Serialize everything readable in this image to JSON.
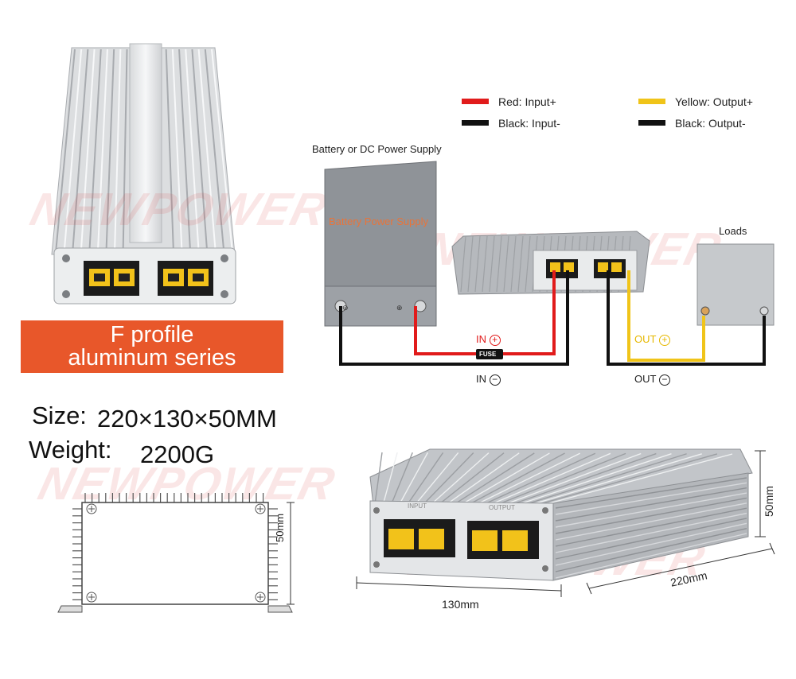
{
  "banner": {
    "line1": "F profile",
    "line2": "aluminum series"
  },
  "specs": {
    "size_label": "Size:",
    "size_value": "220×130×50MM",
    "weight_label": "Weight:",
    "weight_value": "2200G"
  },
  "legend": [
    {
      "color": "#e11b1b",
      "label": "Red: Input+"
    },
    {
      "color": "#111111",
      "label": "Black: Input-"
    },
    {
      "color": "#f0c419",
      "label": "Yellow: Output+"
    },
    {
      "color": "#111111",
      "label": "Black: Output-"
    }
  ],
  "wiring": {
    "source_label": "Battery or DC Power Supply",
    "battery_text": "Battery Power Supply",
    "loads_label": "Loads",
    "fuse_label": "FUSE",
    "in_plus": "IN",
    "in_minus": "IN",
    "out_plus": "OUT",
    "out_minus": "OUT",
    "plus_symbol": "+",
    "minus_symbol": "−"
  },
  "dimensions": {
    "height_front": "50mm",
    "height_side": "50mm",
    "width": "130mm",
    "length": "220mm"
  },
  "product_labels": {
    "input": "INPUT",
    "output": "OUTPUT"
  },
  "watermark": "NEWPOWER",
  "colors": {
    "accent": "#e8572a",
    "red_wire": "#e11b1b",
    "yellow_wire": "#f0c419",
    "black_wire": "#111111"
  }
}
